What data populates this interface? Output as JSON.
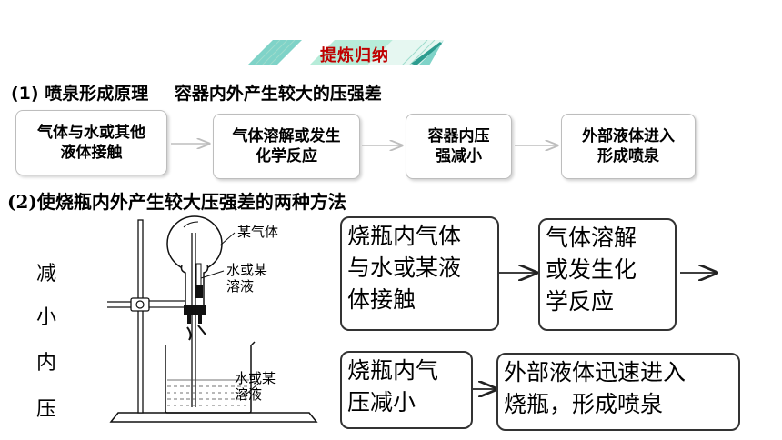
{
  "banner": {
    "title": "提炼归纳"
  },
  "section1": {
    "number": "(1)",
    "title": "喷泉形成原理",
    "subtitle": "容器内外产生较大的压强差",
    "flow": [
      {
        "line1": "气体与水或其他",
        "line2": "液体接触"
      },
      {
        "line1": "气体溶解或发生",
        "line2": "化学反应"
      },
      {
        "line1": "容器内压",
        "line2": "强减小"
      },
      {
        "line1": "外部液体进入",
        "line2": "形成喷泉"
      }
    ]
  },
  "section2": {
    "title": "(2)使烧瓶内外产生较大压强差的两种方法",
    "method_label": [
      "减",
      "小",
      "内",
      "压"
    ],
    "apparatus": {
      "gas_label": "某气体",
      "flask_liquid_label": [
        "水或某",
        "溶液"
      ],
      "beaker_liquid_label": [
        "水或某",
        "溶液"
      ]
    },
    "steps": [
      {
        "lines": [
          "烧瓶内气体",
          "与水或某液",
          "体接触"
        ]
      },
      {
        "lines": [
          "气体溶解",
          "或发生化",
          "学反应"
        ]
      },
      {
        "lines": [
          "烧瓶内气",
          "压减小"
        ]
      },
      {
        "lines": [
          "外部液体迅速进入",
          "烧瓶，形成喷泉"
        ]
      }
    ]
  }
}
